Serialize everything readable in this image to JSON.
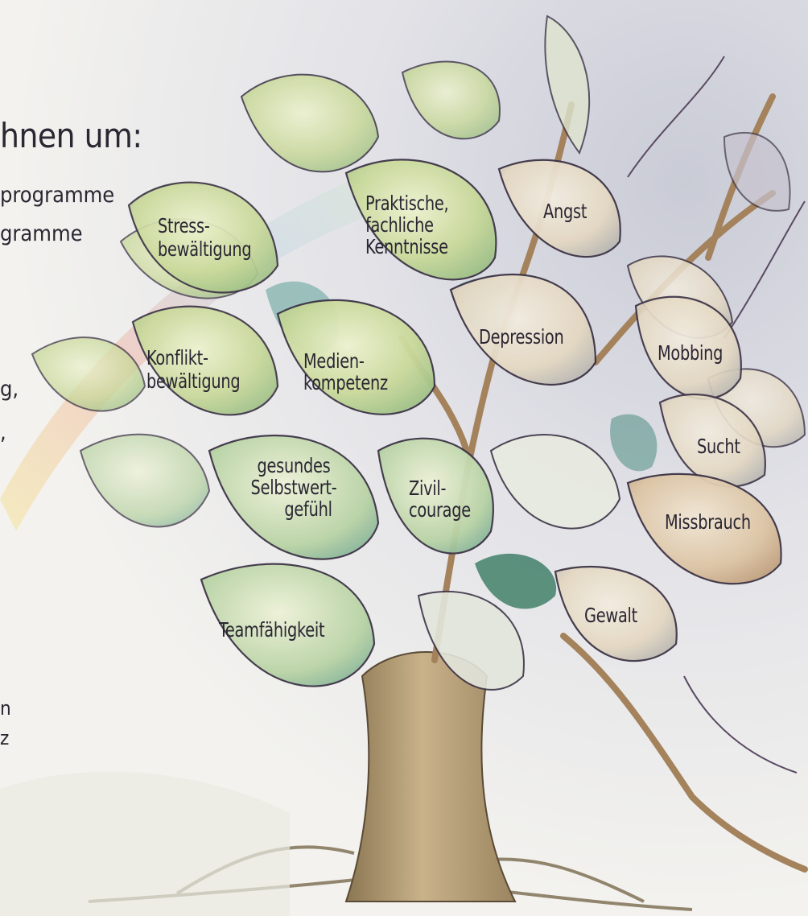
{
  "left_text": {
    "heading": "hnen um:",
    "line1": "programme",
    "line2": "gramme",
    "frag1": "g,",
    "frag2": ",",
    "frag3": "n",
    "frag4": "z"
  },
  "leaves": {
    "stress": [
      "Stress-",
      "bewältigung"
    ],
    "praktisch": [
      "Praktische,",
      "fachliche",
      "Kenntnisse"
    ],
    "angst": "Angst",
    "konflikt": [
      "Konflikt-",
      "bewältigung"
    ],
    "medien": [
      "Medien-",
      "kompetenz"
    ],
    "depression": "Depression",
    "mobbing": "Mobbing",
    "sucht": "Sucht",
    "selbstwert": [
      "gesundes",
      "Selbstwert-",
      "gefühl"
    ],
    "zivil": [
      "Zivil-",
      "courage"
    ],
    "missbrauch": "Missbrauch",
    "team": "Teamfähigkeit",
    "gewalt": "Gewalt"
  },
  "colors": {
    "healthy_leaf": "#c9d99a",
    "problem_leaf": "#e4d8c2",
    "trunk": "#b59a6a",
    "outline": "#3d3446",
    "text": "#2a2632"
  }
}
